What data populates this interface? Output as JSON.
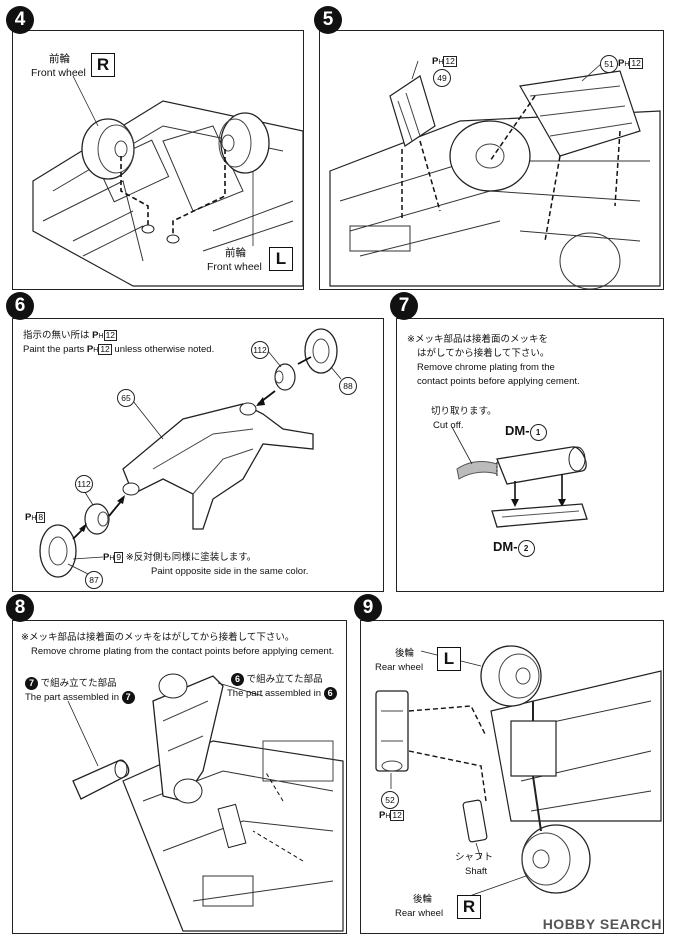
{
  "steps": {
    "s4": {
      "number": "4",
      "front_wheel_jp": "前輪",
      "front_wheel_en": "Front wheel",
      "right_letter": "R",
      "front_wheel_jp_2": "前輪",
      "front_wheel_en_2": "Front wheel",
      "left_letter": "L"
    },
    "s5": {
      "number": "5",
      "part_a": "49",
      "part_a_ph": "12",
      "part_b": "51",
      "part_b_ph": "12"
    },
    "s6": {
      "number": "6",
      "note_jp": "指示の無い所は",
      "note_ph": "12",
      "note_en_pre": "Paint the parts",
      "note_en_ph": "12",
      "note_en_post": "unless otherwise noted.",
      "part_112a": "112",
      "part_88": "88",
      "part_65": "65",
      "part_112b": "112",
      "part_87": "87",
      "ph_8": "8",
      "ph_9": "9",
      "opposite_jp": "※反対側も同様に塗装します。",
      "opposite_en": "Paint opposite side in the same color."
    },
    "s7": {
      "number": "7",
      "note_jp_1": "※メッキ部品は接着面のメッキを",
      "note_jp_2": "はがしてから接着して下さい。",
      "note_en_1": "Remove chrome plating from the",
      "note_en_2": "contact points before applying cement.",
      "cut_jp": "切り取ります。",
      "cut_en": "Cut off.",
      "dm1_prefix": "DM-",
      "dm1_num": "1",
      "dm2_prefix": "DM-",
      "dm2_num": "2"
    },
    "s8": {
      "number": "8",
      "note_jp": "※メッキ部品は接着面のメッキをはがしてから接着して下さい。",
      "note_en": "Remove chrome plating from the contact points before applying cement.",
      "left_jp": "で組み立てた部品",
      "left_ref": "7",
      "left_en": "The part assembled in",
      "right_jp": "で組み立てた部品",
      "right_ref": "6",
      "right_en": "The part assembled in"
    },
    "s9": {
      "number": "9",
      "rear_wheel_jp": "後輪",
      "rear_wheel_en": "Rear wheel",
      "left_letter": "L",
      "part_52": "52",
      "part_52_ph": "12",
      "shaft_jp": "シャフト",
      "shaft_en": "Shaft",
      "rear_wheel_jp_2": "後輪",
      "rear_wheel_en_2": "Rear wheel",
      "right_letter": "R"
    }
  },
  "watermark": "HOBBY SEARCH"
}
